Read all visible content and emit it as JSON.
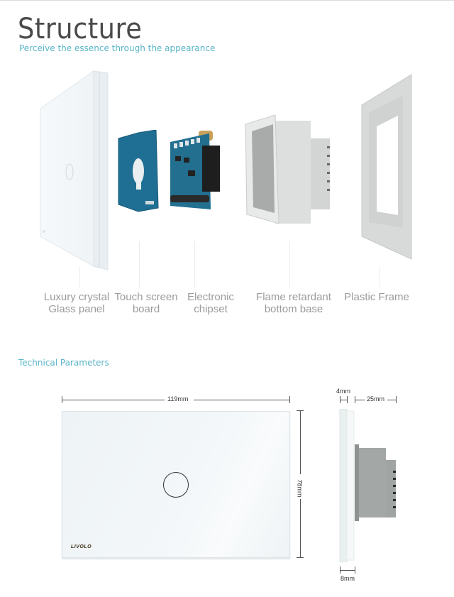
{
  "header": {
    "title": "Structure",
    "subtitle": "Perceive the essence  through the appearance"
  },
  "parts": [
    {
      "name": "glass-panel",
      "label_line1": "Luxury crystal",
      "label_line2": "Glass panel"
    },
    {
      "name": "touch-board",
      "label_line1": "Touch screen",
      "label_line2": "board"
    },
    {
      "name": "chipset",
      "label_line1": "Electronic",
      "label_line2": "chipset"
    },
    {
      "name": "bottom-base",
      "label_line1": "Flame retardant",
      "label_line2": "bottom base"
    },
    {
      "name": "plastic-frame",
      "label_line1": "Plastic Frame",
      "label_line2": ""
    }
  ],
  "technical": {
    "heading": "Technical Parameters",
    "width": "119mm",
    "height": "78mm",
    "glass_thickness": "4mm",
    "depth": "25mm",
    "panel_thickness": "8mm",
    "brand": "LIVOLO"
  },
  "colors": {
    "accent": "#5bb5c8",
    "label_gray": "#9b9b9b",
    "pcb_blue": "#1f6f95",
    "base_gray": "#a8abaa"
  }
}
